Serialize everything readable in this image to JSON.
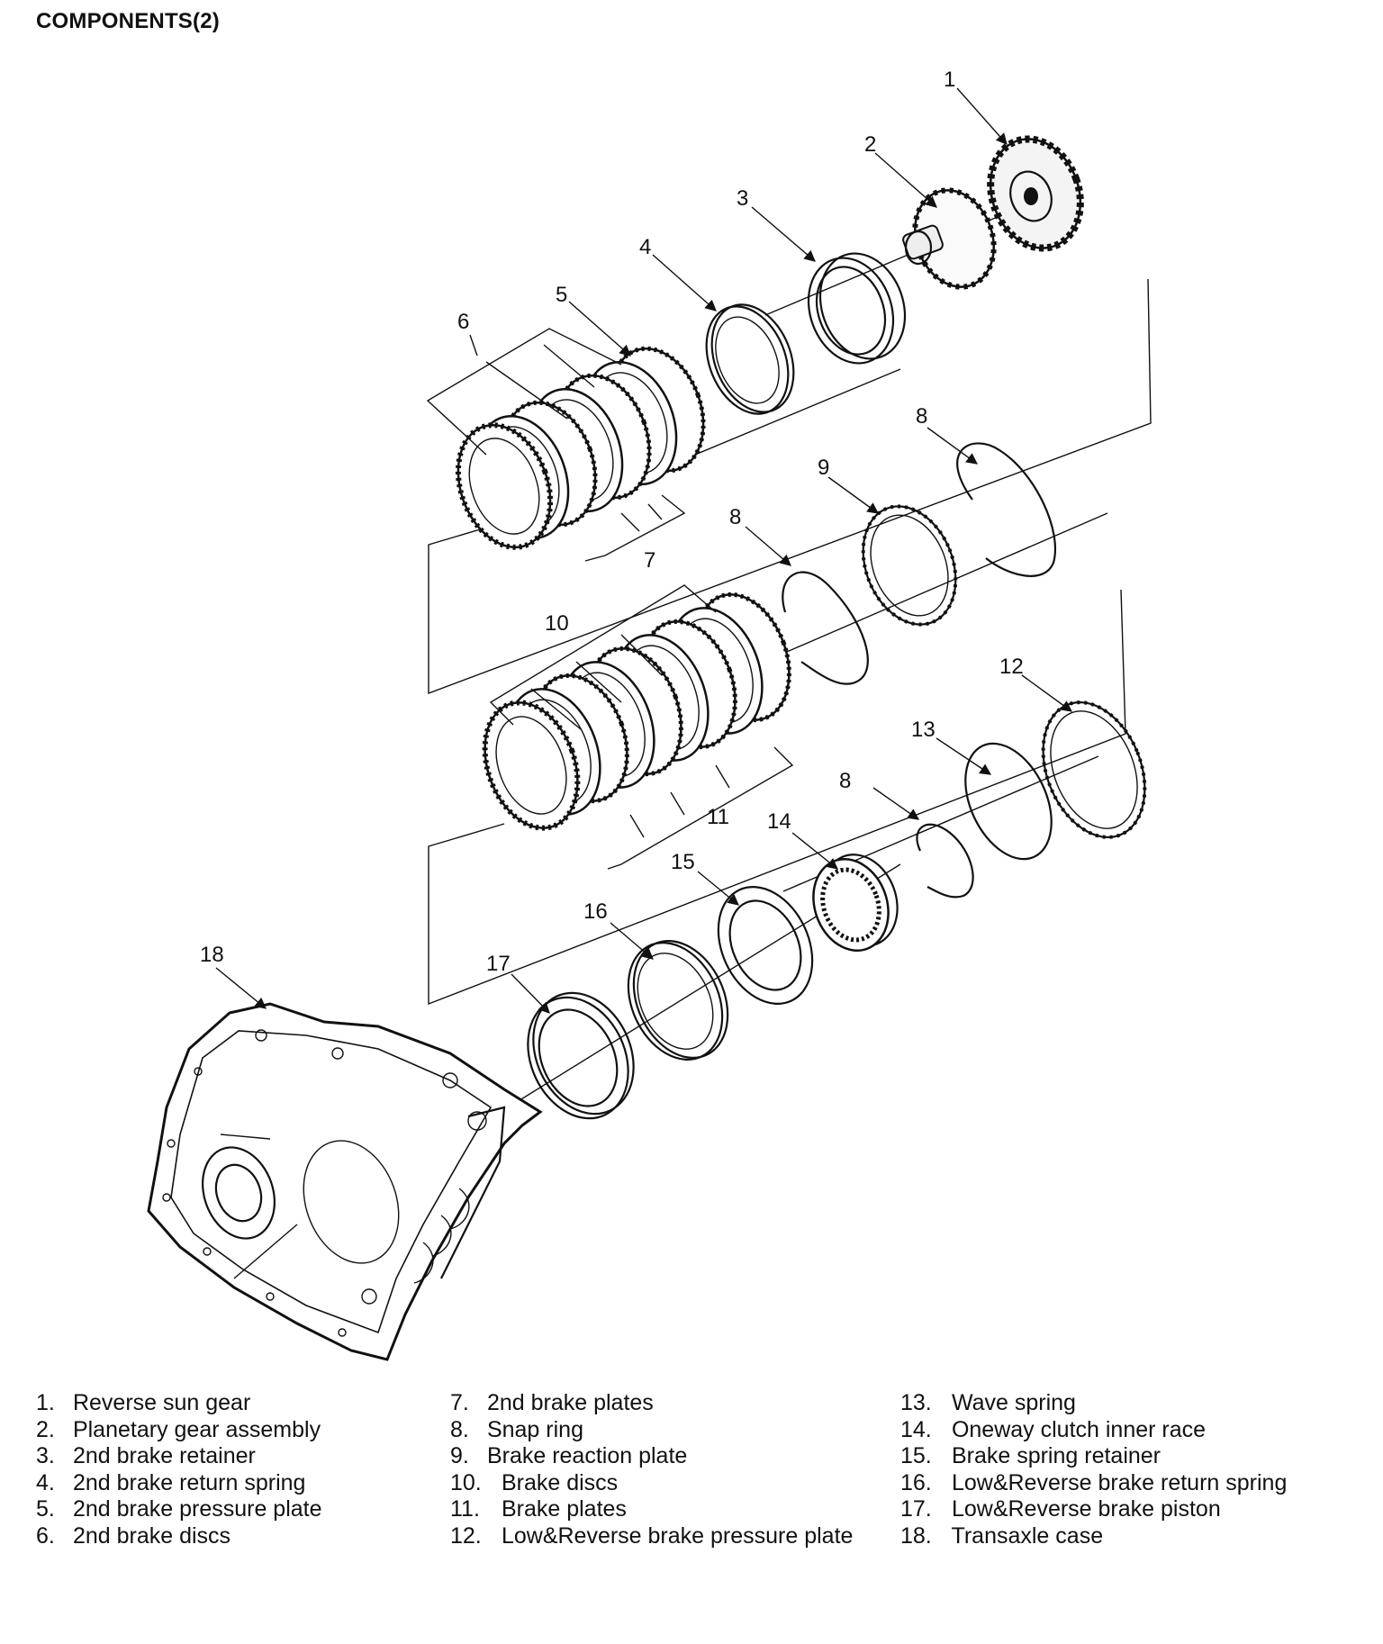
{
  "title": "COMPONENTS(2)",
  "callouts": {
    "c1": "1",
    "c2": "2",
    "c3": "3",
    "c4": "4",
    "c5": "5",
    "c6": "6",
    "c7": "7",
    "c8a": "8",
    "c8b": "8",
    "c8c": "8",
    "c9": "9",
    "c10": "10",
    "c11": "11",
    "c12": "12",
    "c13": "13",
    "c14": "14",
    "c15": "15",
    "c16": "16",
    "c17": "17",
    "c18": "18"
  },
  "legend": {
    "col1": [
      {
        "num": "1.",
        "label": "Reverse sun gear"
      },
      {
        "num": "2.",
        "label": "Planetary gear assembly"
      },
      {
        "num": "3.",
        "label": "2nd brake retainer"
      },
      {
        "num": "4.",
        "label": "2nd brake return spring"
      },
      {
        "num": "5.",
        "label": "2nd brake pressure plate"
      },
      {
        "num": "6.",
        "label": "2nd brake discs"
      }
    ],
    "col2": [
      {
        "num": "7.",
        "label": "2nd brake plates"
      },
      {
        "num": "8.",
        "label": "Snap ring"
      },
      {
        "num": "9.",
        "label": "Brake reaction plate"
      },
      {
        "num": "10.",
        "label": "Brake discs"
      },
      {
        "num": "11.",
        "label": "Brake plates"
      },
      {
        "num": "12.",
        "label": "Low&Reverse brake pressure plate"
      }
    ],
    "col3": [
      {
        "num": "13.",
        "label": "Wave spring"
      },
      {
        "num": "14.",
        "label": "Oneway clutch inner race"
      },
      {
        "num": "15.",
        "label": "Brake spring retainer"
      },
      {
        "num": "16.",
        "label": "Low&Reverse brake return spring"
      },
      {
        "num": "17.",
        "label": "Low&Reverse brake piston"
      },
      {
        "num": "18.",
        "label": "Transaxle case"
      }
    ]
  }
}
